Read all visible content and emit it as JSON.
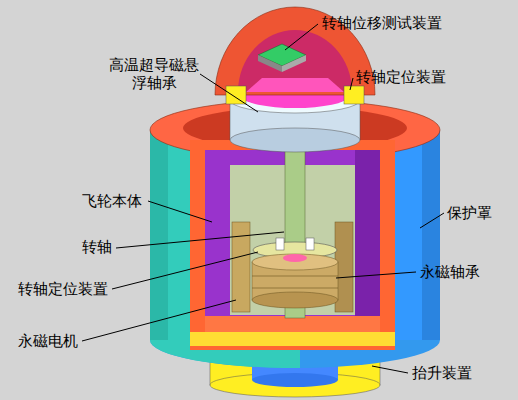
{
  "diagram": {
    "labels": [
      "转轴位移测试装置",
      "高温超导磁悬浮轴承",
      "转轴定位装置",
      "飞轮本体",
      "保护罩",
      "转轴",
      "转轴定位装置",
      "永磁轴承",
      "永磁电机",
      "抬升装置"
    ]
  }
}
